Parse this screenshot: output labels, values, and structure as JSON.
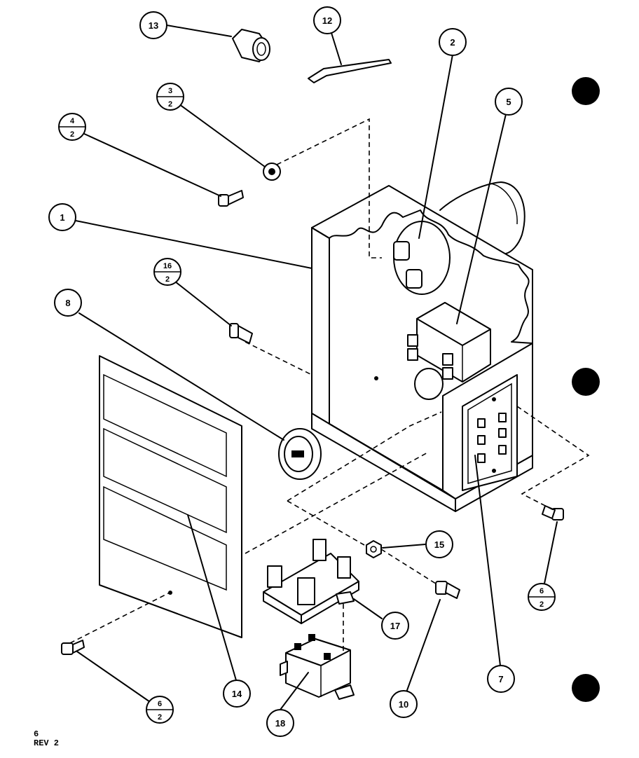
{
  "drawing": {
    "page_code": "6",
    "revision": "REV 2"
  },
  "callouts": {
    "c1": "1",
    "c2": "2",
    "c5": "5",
    "c7": "7",
    "c8": "8",
    "c10": "10",
    "c12": "12",
    "c13": "13",
    "c14": "14",
    "c15": "15",
    "c17": "17",
    "c18": "18"
  },
  "fraction_callouts": {
    "f3": {
      "top": "3",
      "bottom": "2"
    },
    "f4": {
      "top": "4",
      "bottom": "2"
    },
    "f16": {
      "top": "16",
      "bottom": "2"
    },
    "f6a": {
      "top": "6",
      "bottom": "2"
    },
    "f6b": {
      "top": "6",
      "bottom": "2"
    }
  }
}
